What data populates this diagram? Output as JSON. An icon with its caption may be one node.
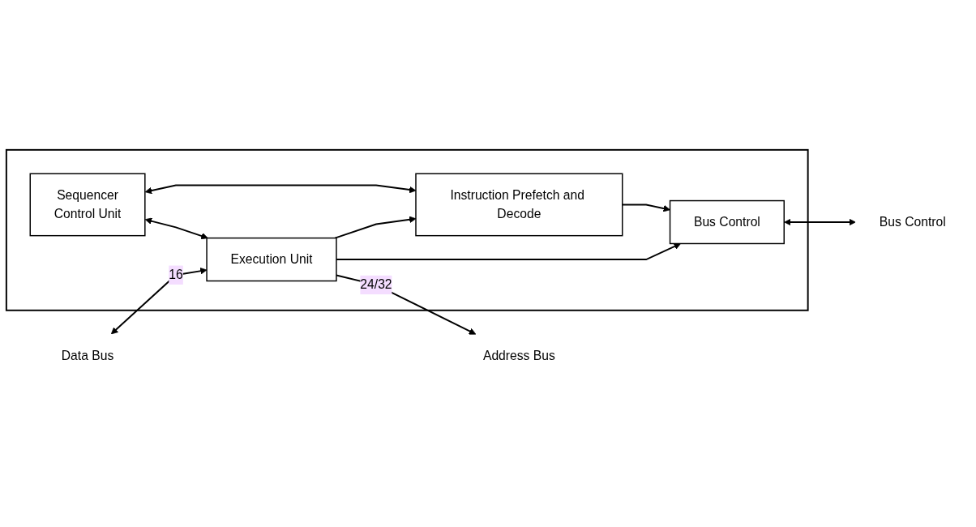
{
  "diagram": {
    "nodes": [
      {
        "text": [],
        "shape": "box"
      },
      {
        "text": [
          "Sequencer",
          "Control Unit"
        ],
        "in": 0
      },
      {
        "text": [
          "Instruction Prefetch and Decode"
        ],
        "in": 0
      },
      {
        "text": [
          "Execution Unit"
        ],
        "in": 0
      },
      {
        "text": [
          "Bus Control"
        ],
        "in": 0
      },
      {
        "text": [
          "Data Bus"
        ]
      },
      {
        "text": [
          "Address Bus"
        ]
      },
      {
        "text": [
          "Bus Control"
        ]
      }
    ],
    "edges": [
      {
        "from": 1,
        "to": 2,
        "arrow": "both"
      },
      {
        "from": 1,
        "to": 3,
        "arrow": "both"
      },
      {
        "from": 3,
        "to": 2,
        "arrow": "to"
      },
      {
        "from": 3,
        "to": 4,
        "arrow": "to"
      },
      {
        "from": 2,
        "to": 4,
        "arrow": "to"
      },
      {
        "from": 5,
        "to": 3,
        "arrow": "both",
        "label": "16"
      },
      {
        "from": 3,
        "to": 6,
        "arrow": "to",
        "label": "24/32"
      },
      {
        "from": 4,
        "to": 7,
        "arrow": "both"
      }
    ]
  }
}
